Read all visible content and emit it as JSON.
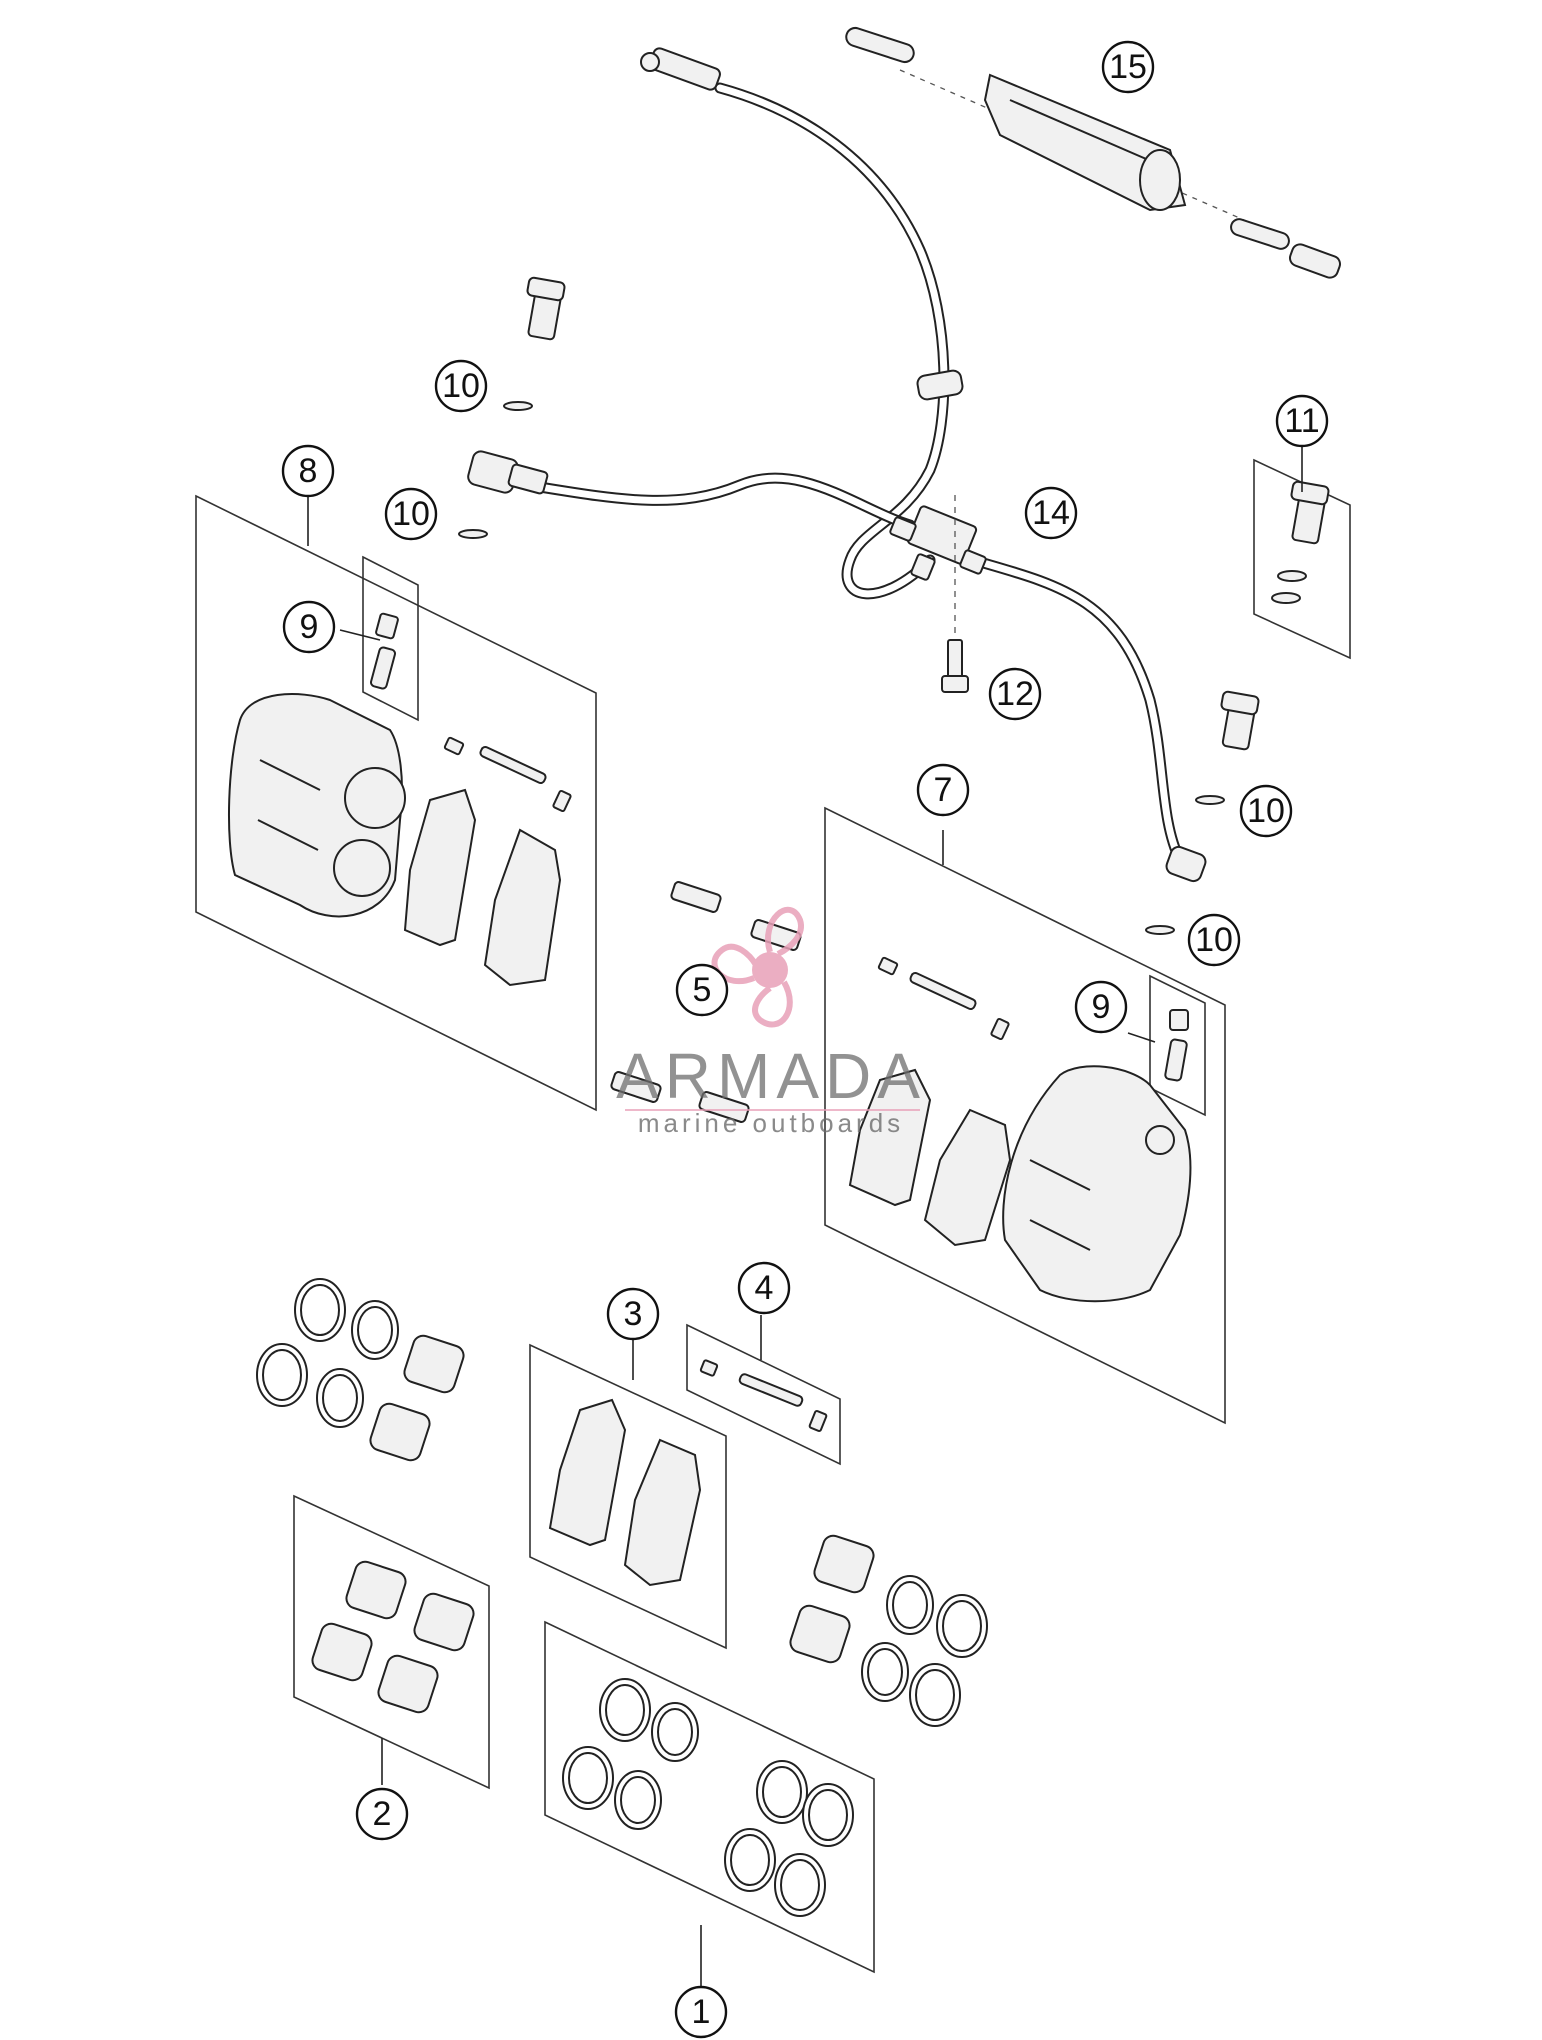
{
  "diagram": {
    "callouts": [
      {
        "id": "c15",
        "label": "15"
      },
      {
        "id": "c10a",
        "label": "10"
      },
      {
        "id": "c11",
        "label": "11"
      },
      {
        "id": "c8",
        "label": "8"
      },
      {
        "id": "c10b",
        "label": "10"
      },
      {
        "id": "c14",
        "label": "14"
      },
      {
        "id": "c9a",
        "label": "9"
      },
      {
        "id": "c12",
        "label": "12"
      },
      {
        "id": "c7",
        "label": "7"
      },
      {
        "id": "c10c",
        "label": "10"
      },
      {
        "id": "c10d",
        "label": "10"
      },
      {
        "id": "c9b",
        "label": "9"
      },
      {
        "id": "c5",
        "label": "5"
      },
      {
        "id": "c4",
        "label": "4"
      },
      {
        "id": "c3",
        "label": "3"
      },
      {
        "id": "c2",
        "label": "2"
      },
      {
        "id": "c1",
        "label": "1"
      }
    ]
  },
  "watermark": {
    "title": "ARMADA",
    "subtitle": "marine outboards",
    "logo_color": "#e8a0b8"
  }
}
